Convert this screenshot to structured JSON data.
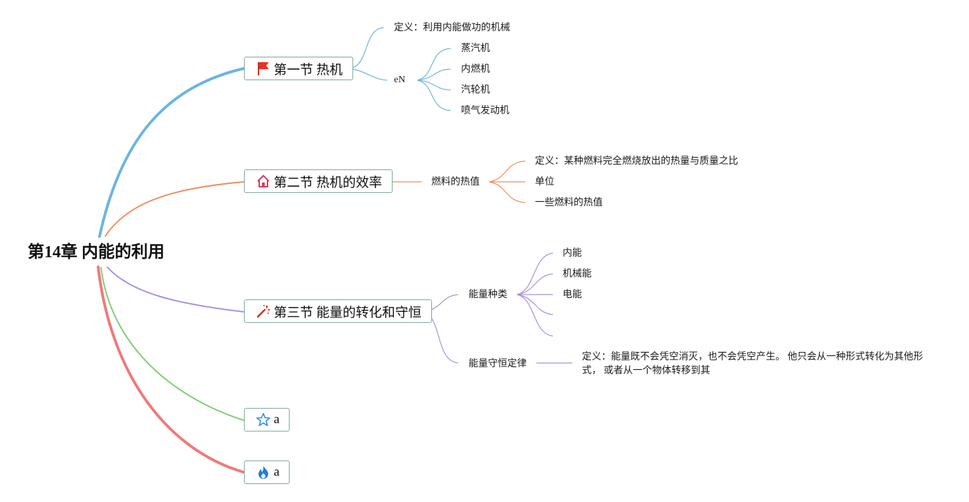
{
  "root": {
    "title": "第14章 内能的利用"
  },
  "colors": {
    "sec1": "#6bb5e0",
    "sec2": "#ef8b5a",
    "sec3": "#a88ee0",
    "sec4": "#7fcf72",
    "sec5": "#ef7a7a",
    "node_border": "#7fa99a"
  },
  "sections": [
    {
      "id": "s1",
      "icon": "red-flag-icon",
      "label": "第一节 热机",
      "children": [
        {
          "label": "定义：利用内能做功的机械"
        },
        {
          "label": "eN",
          "children": [
            "蒸汽机",
            "内燃机",
            "汽轮机",
            "喷气发动机"
          ]
        }
      ]
    },
    {
      "id": "s2",
      "icon": "house-icon",
      "label": "第二节 热机的效率",
      "children": [
        {
          "label": "燃料的热值",
          "children": [
            "定义：某种燃料完全燃烧放出的热量与质量之比",
            "单位",
            "一些燃料的热值"
          ]
        }
      ]
    },
    {
      "id": "s3",
      "icon": "magic-wand-icon",
      "label": "第三节 能量的转化和守恒",
      "children": [
        {
          "label": "能量种类",
          "children": [
            "内能",
            "机械能",
            "电能",
            "",
            ""
          ]
        },
        {
          "label": "能量守恒定律",
          "children": [
            "定义：能量既不会凭空消灭，也不会凭空产生。 他只会从一种形式转化为其他形式， 或者从一个物体转移到其"
          ]
        }
      ]
    },
    {
      "id": "s4",
      "icon": "star-icon",
      "label": "a",
      "children": []
    },
    {
      "id": "s5",
      "icon": "fire-icon",
      "label": "a",
      "children": []
    }
  ]
}
